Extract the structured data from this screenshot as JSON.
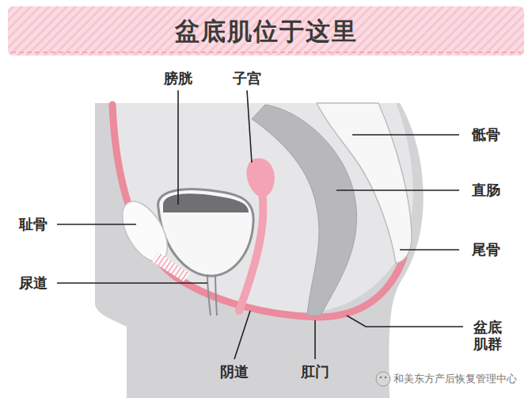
{
  "diagram": {
    "title": "盆底肌位于这里",
    "labels": [
      "膀胱",
      "子宫",
      "骶骨",
      "直肠",
      "耻骨",
      "尾骨",
      "尿道",
      "盆底 肌群",
      "阴道",
      "肛门",
      "和美东方产后恢复管理中心"
    ]
  }
}
